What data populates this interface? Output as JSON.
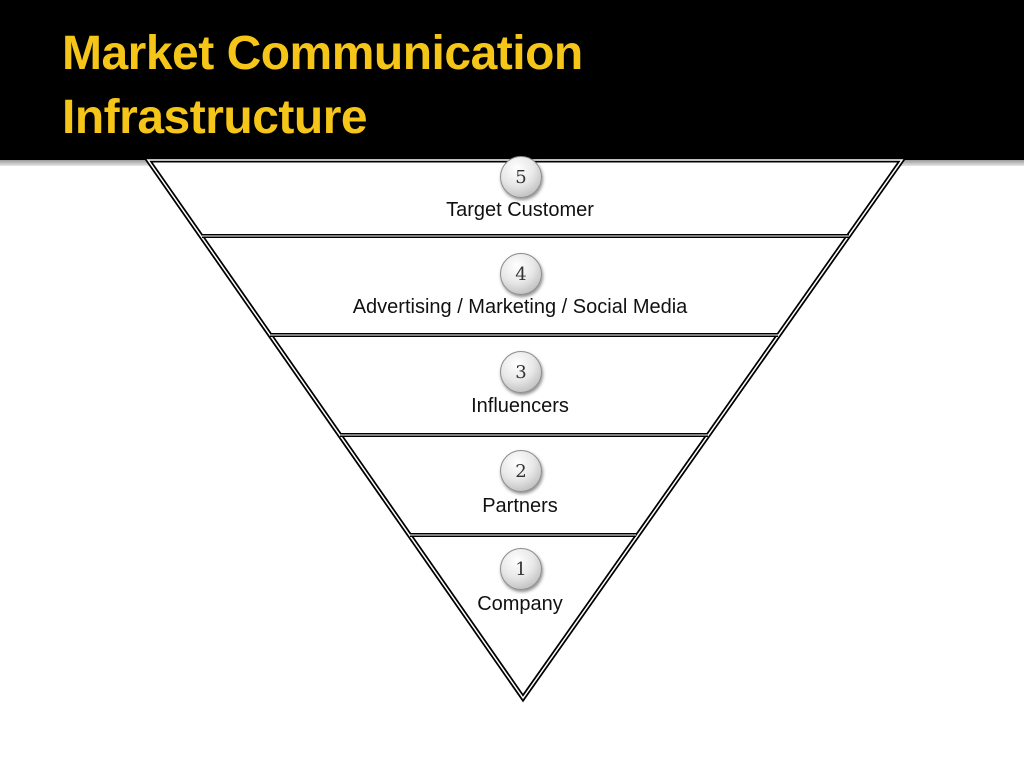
{
  "slide": {
    "title_line1": "Market Communication",
    "title_line2": "Infrastructure",
    "title_color": "#f5c518"
  },
  "levels": [
    {
      "number": "5",
      "label": "Target Customer"
    },
    {
      "number": "4",
      "label": "Advertising / Marketing / Social Media"
    },
    {
      "number": "3",
      "label": "Influencers"
    },
    {
      "number": "2",
      "label": "Partners"
    },
    {
      "number": "1",
      "label": "Company"
    }
  ]
}
